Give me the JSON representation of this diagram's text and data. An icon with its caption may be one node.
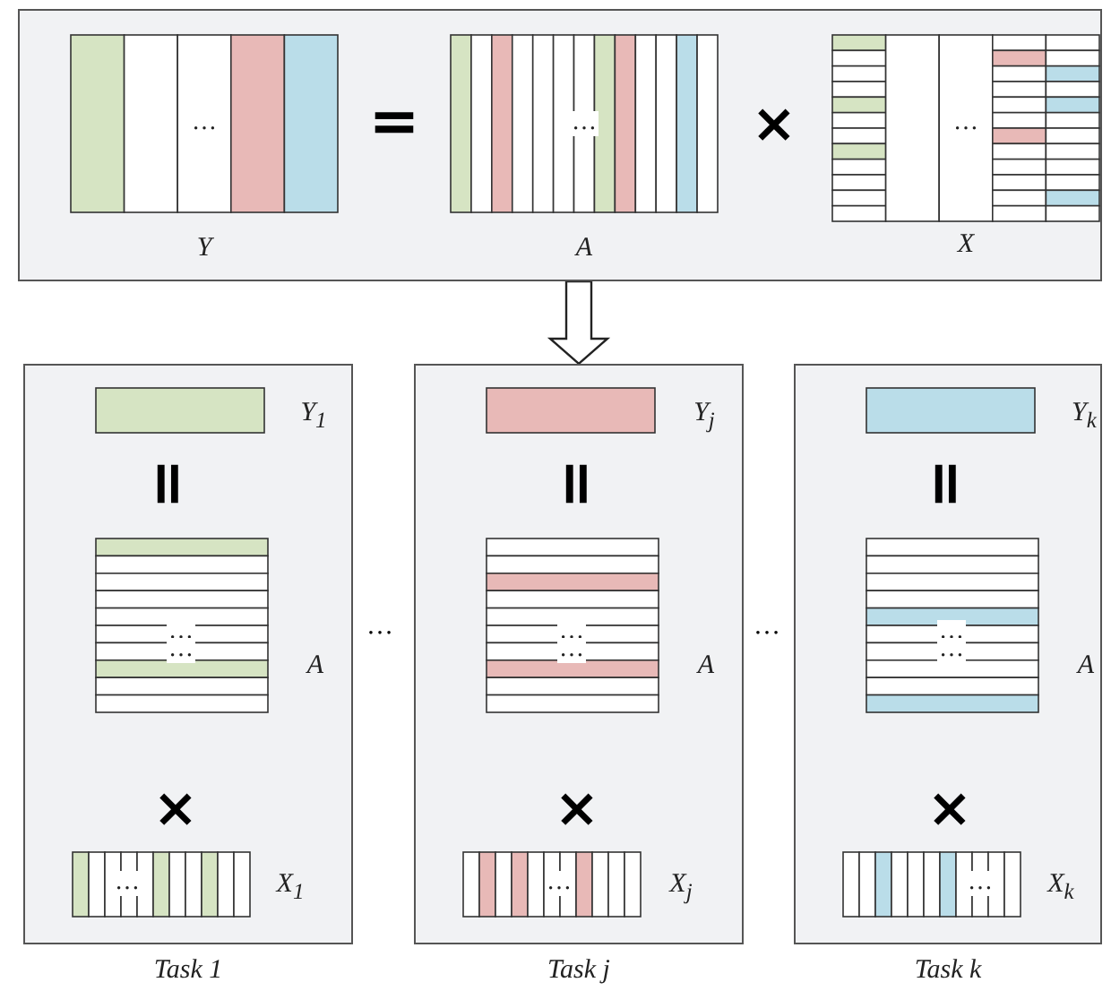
{
  "diagram": {
    "nodes": [
      {
        "text": [],
        "shape": "box"
      },
      {
        "text": [
          "…"
        ],
        "beside": [
          "Y"
        ],
        "in": 0
      },
      {
        "text": [
          "…"
        ],
        "beside": [
          "A"
        ],
        "in": 0
      },
      {
        "text": [
          "…"
        ],
        "beside": [
          "X"
        ],
        "in": 0
      },
      {
        "text": [
          "Task 1"
        ]
      },
      {
        "text": [],
        "shape": "bar",
        "beside": [
          "Y$_{1}$"
        ],
        "in": 4
      },
      {
        "text": [
          "…",
          "…"
        ],
        "beside": [
          "A"
        ],
        "in": 4
      },
      {
        "text": [
          "…"
        ],
        "beside": [
          "X$_{1}$"
        ],
        "in": 4
      },
      {
        "text": [
          "Task j"
        ]
      },
      {
        "text": [],
        "shape": "bar",
        "beside": [
          "Y$_{j}$"
        ],
        "in": 8
      },
      {
        "text": [
          "…",
          "…"
        ],
        "beside": [
          "A"
        ],
        "in": 8
      },
      {
        "text": [
          "…"
        ],
        "beside": [
          "X$_{j}$"
        ],
        "in": 8
      },
      {
        "text": [
          "Task k"
        ]
      },
      {
        "text": [],
        "shape": "bar",
        "beside": [
          "Y$_{k}$"
        ],
        "in": 12
      },
      {
        "text": [
          "…",
          "…"
        ],
        "beside": [
          "A"
        ],
        "in": 12
      },
      {
        "text": [
          "…"
        ],
        "beside": [
          "X$_{k}$"
        ],
        "in": 12
      }
    ],
    "edges": [
      {
        "from": 0,
        "to": 8,
        "arrow": "to"
      }
    ],
    "labels": [
      "=",
      "×",
      "=",
      "=",
      "=",
      "…",
      "…",
      "×",
      "×",
      "×"
    ]
  }
}
